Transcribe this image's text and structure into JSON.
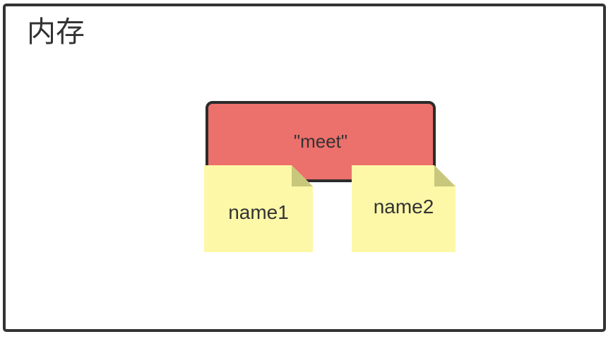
{
  "diagram": {
    "title": "内存",
    "memory_box": {
      "label": "\"meet\""
    },
    "notes": [
      {
        "label": "name1"
      },
      {
        "label": "name2"
      }
    ]
  },
  "colors": {
    "frame_border": "#333333",
    "memory_box_fill": "#EC706B",
    "memory_box_border": "#2B2B2B",
    "note_fill": "#FCF8A8",
    "note_fold": "#C9C77B",
    "text": "#333333",
    "background": "#FFFFFF"
  }
}
